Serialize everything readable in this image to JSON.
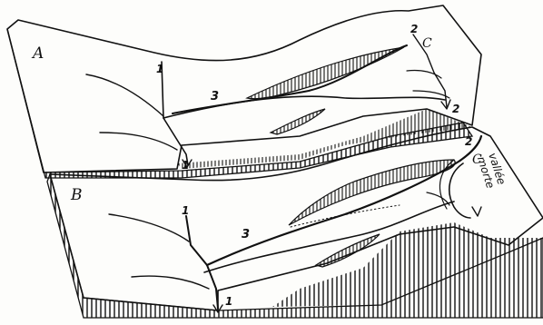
{
  "blocks": [
    {
      "id": "A",
      "label": "A",
      "markers": {
        "point_1_top": "1",
        "point_1_bottom": "1",
        "river_3": "3",
        "point_2_top": "2",
        "point_2_right": "2",
        "point_c": "C"
      }
    },
    {
      "id": "B",
      "label": "B",
      "markers": {
        "point_1_top": "1",
        "point_1_bottom": "1",
        "river_3": "3",
        "point_2_top": "2",
        "point_c": "C"
      },
      "annotation_line1": "vallée",
      "annotation_line2": "morte"
    }
  ],
  "colors": {
    "ink": "#111111",
    "paper": "#fdfdfb"
  }
}
